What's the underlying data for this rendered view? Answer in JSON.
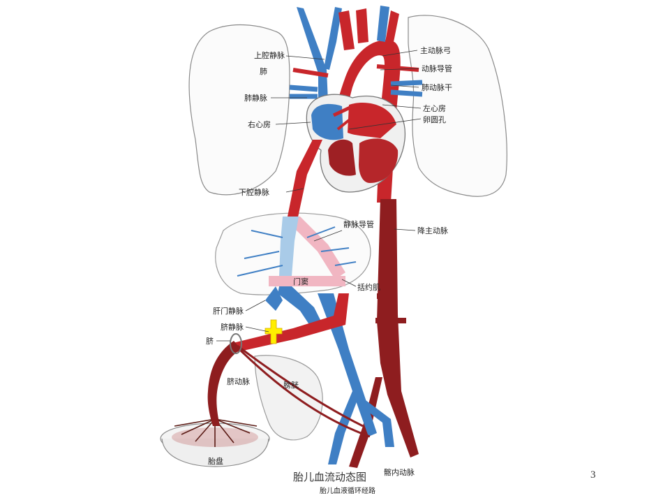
{
  "diagram": {
    "labels": {
      "svc": "上腔静脉",
      "lung": "肺",
      "pulm_vein": "肺静脉",
      "right_atrium": "右心房",
      "ivc": "下腔静脉",
      "ductus_venosus": "静脉导管",
      "portal_sinus": "门窦",
      "sphincter": "括约肌",
      "hepatic_portal_vein": "肝门静脉",
      "umbilical_vein": "脐静脉",
      "umbilicus": "脐",
      "umbilical_artery": "脐动脉",
      "bladder": "膀胱",
      "placenta": "胎盘",
      "aortic_arch": "主动脉弓",
      "ductus_arteriosus": "动脉导管",
      "pulm_trunk": "肺动脉干",
      "left_atrium": "左心房",
      "foramen_ovale": "卵圆孔",
      "desc_aorta": "降主动脉",
      "internal_iliac": "髂内动脉",
      "figure_title": "胎儿血液循环经路"
    },
    "colors": {
      "artery": "#c8262b",
      "dark_artery": "#8e1d1f",
      "vein": "#3f7fc4",
      "light_vein": "#a9cbe8",
      "mixed": "#f1b6c2",
      "organ_outline": "#8a8a8a",
      "highlight": "#ffee00"
    }
  },
  "footer": {
    "caption": "胎儿血流动态图",
    "page_number": "3"
  }
}
